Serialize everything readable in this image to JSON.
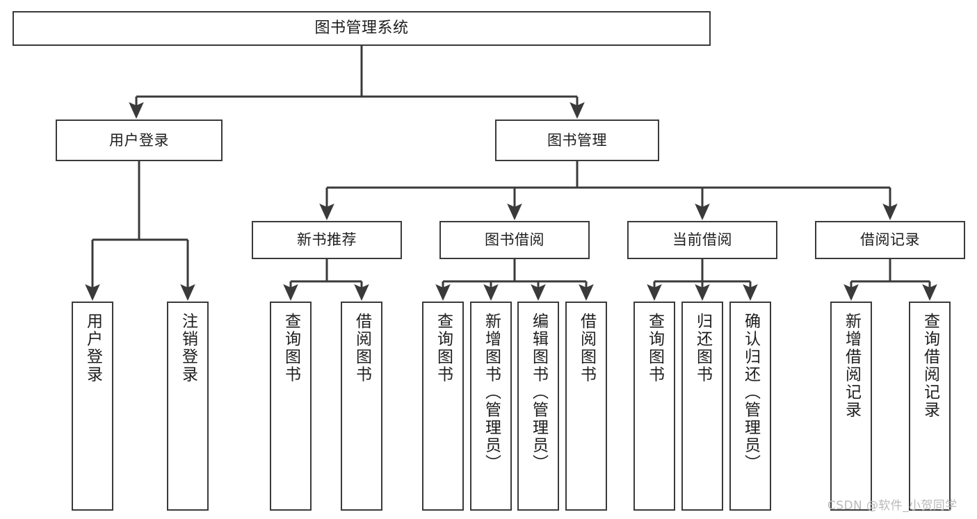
{
  "diagram": {
    "title": "图书管理系统",
    "watermark": "CSDN @软件_小贺同学",
    "colors": {
      "background": "#ffffff",
      "stroke": "#3a3a3a",
      "text": "#1d1d1d",
      "watermark": "#b9b9b9"
    },
    "root": {
      "label": "图书管理系统"
    },
    "level2": [
      {
        "key": "user_login",
        "label": "用户登录"
      },
      {
        "key": "book_manage",
        "label": "图书管理"
      }
    ],
    "level3": [
      {
        "key": "new_book_rec",
        "label": "新书推荐"
      },
      {
        "key": "book_borrow",
        "label": "图书借阅"
      },
      {
        "key": "current_borrow",
        "label": "当前借阅"
      },
      {
        "key": "borrow_record",
        "label": "借阅记录"
      }
    ],
    "leaves": {
      "user_login": [
        {
          "key": "leaf_user_login",
          "label": "用户登录"
        },
        {
          "key": "leaf_logout",
          "label": "注销登录"
        }
      ],
      "new_book_rec": [
        {
          "key": "leaf_query_book_1",
          "label": "查询图书"
        },
        {
          "key": "leaf_borrow_book_1",
          "label": "借阅图书"
        }
      ],
      "book_borrow": [
        {
          "key": "leaf_query_book_2",
          "label": "查询图书"
        },
        {
          "key": "leaf_add_book",
          "label": "新增图书（管理员）"
        },
        {
          "key": "leaf_edit_book",
          "label": "编辑图书（管理员）"
        },
        {
          "key": "leaf_borrow_book_2",
          "label": "借阅图书"
        }
      ],
      "current_borrow": [
        {
          "key": "leaf_query_book_3",
          "label": "查询图书"
        },
        {
          "key": "leaf_return_book",
          "label": "归还图书"
        },
        {
          "key": "leaf_confirm_return",
          "label": "确认归还（管理员）"
        }
      ],
      "borrow_record": [
        {
          "key": "leaf_add_record",
          "label": "新增借阅记录"
        },
        {
          "key": "leaf_query_record",
          "label": "查询借阅记录"
        }
      ]
    }
  }
}
